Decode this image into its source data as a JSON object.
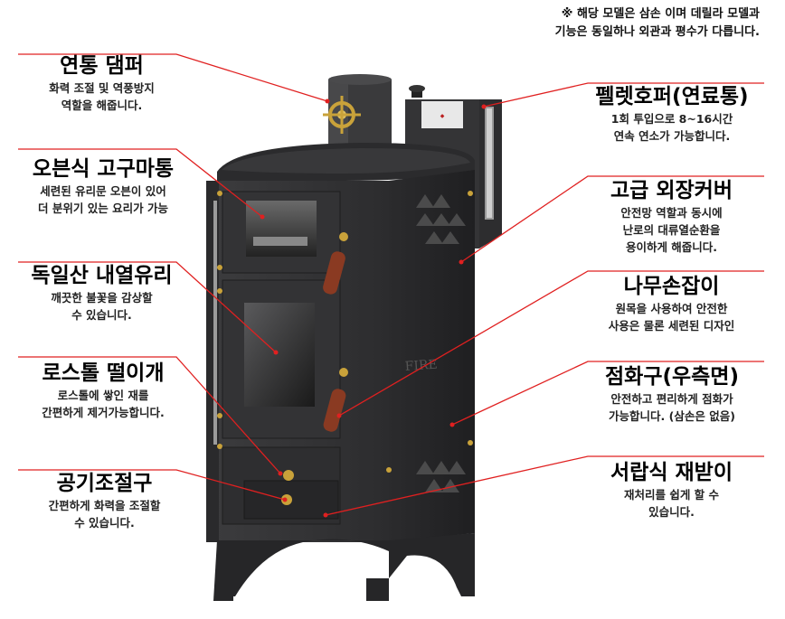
{
  "note": {
    "line1": "※ 해당 모델은 삼손 이며 데릴라 모델과",
    "line2": "기능은 동일하나 외관과 평수가 다릅니다."
  },
  "logo_text": "FIRE",
  "callouts_left": [
    {
      "title": "연통 댐퍼",
      "lines": [
        "화력 조절 및 역풍방지",
        "역할을 해줍니다."
      ]
    },
    {
      "title": "오븐식 고구마통",
      "lines": [
        "세련된 유리문 오븐이 있어",
        "더 분위기 있는 요리가 가능"
      ]
    },
    {
      "title": "독일산 내열유리",
      "lines": [
        "깨끗한 불꽃을 감상할",
        "수 있습니다."
      ]
    },
    {
      "title": "로스톨 떨이개",
      "lines": [
        "로스톨에 쌓인 재를",
        "간편하게 제거가능합니다."
      ]
    },
    {
      "title": "공기조절구",
      "lines": [
        "간편하게 화력을 조절할",
        "수 있습니다."
      ]
    }
  ],
  "callouts_right": [
    {
      "title": "펠렛호퍼(연료통)",
      "lines": [
        "1회 투입으로 8~16시간",
        "연속 연소가 가능합니다."
      ]
    },
    {
      "title": "고급 외장커버",
      "lines": [
        "안전망 역할과 동시에",
        "난로의 대류열순환을",
        "용이하게 해줍니다."
      ]
    },
    {
      "title": "나무손잡이",
      "lines": [
        "원목을 사용하여 안전한",
        "사용은 물론 세련된 디자인"
      ]
    },
    {
      "title": "점화구(우측면)",
      "lines": [
        "안전하고 편리하게 점화가",
        "가능합니다. (삼손은 없음)"
      ]
    },
    {
      "title": "서랍식 재받이",
      "lines": [
        "재처리를 쉽게 할 수",
        "있습니다."
      ]
    }
  ],
  "colors": {
    "leader": "#e02020",
    "stove_dark": "#2a2a2b",
    "stove_mid": "#3a3a3c",
    "brass": "#c9a23a",
    "wood": "#8a3a22"
  }
}
